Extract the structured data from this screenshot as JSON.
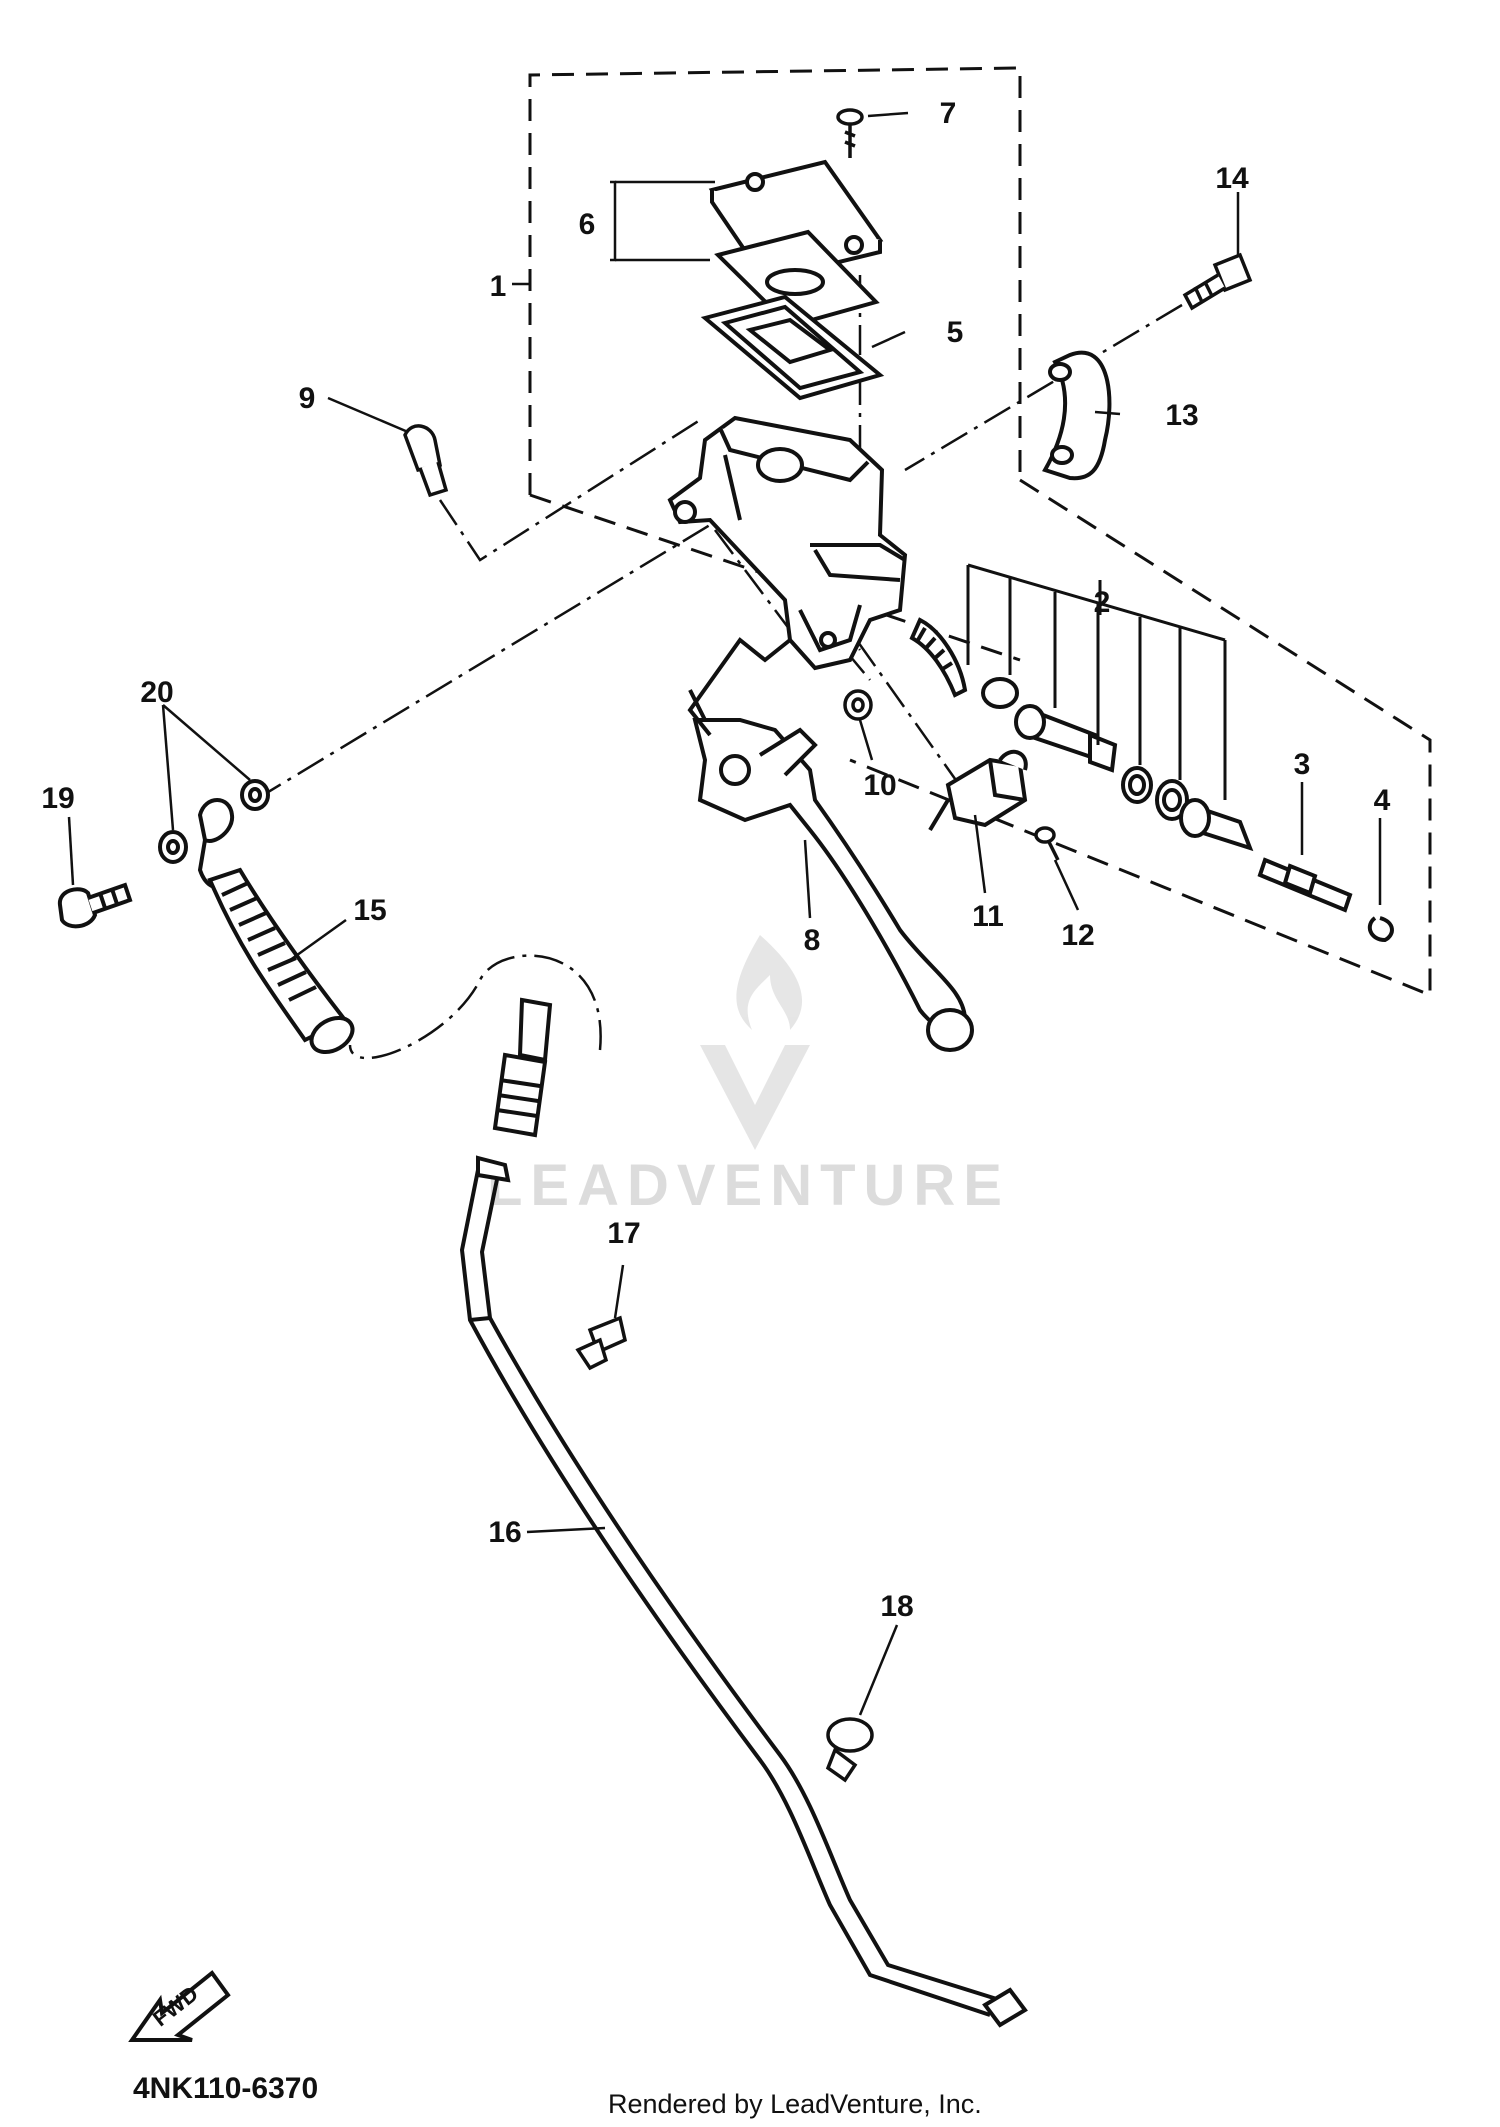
{
  "diagram_code": "4NK110-6370",
  "rendered_by": "Rendered by LeadVenture, Inc.",
  "watermark": "LEADVENTURE",
  "fwd_label": "FWD",
  "callouts": [
    "1",
    "2",
    "3",
    "4",
    "5",
    "6",
    "7",
    "8",
    "9",
    "10",
    "11",
    "12",
    "13",
    "14",
    "15",
    "16",
    "17",
    "18",
    "19",
    "20"
  ]
}
